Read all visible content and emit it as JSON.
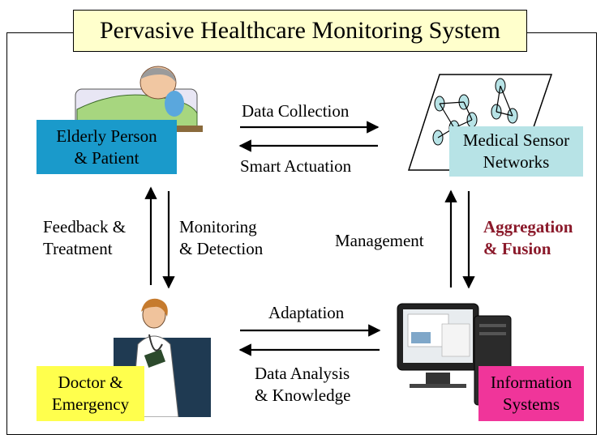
{
  "title": "Pervasive Healthcare Monitoring System",
  "nodes": {
    "patient": {
      "label": "Elderly Person\n& Patient",
      "color": "#1a9acb"
    },
    "sensors": {
      "label": "Medical Sensor\nNetworks",
      "color": "#b7e3e6"
    },
    "doctor": {
      "label": "Doctor &\nEmergency",
      "color": "#ffff4d"
    },
    "systems": {
      "label": "Information\nSystems",
      "color": "#f0359a"
    }
  },
  "edges": {
    "data_collection": "Data Collection",
    "smart_actuation": "Smart Actuation",
    "feedback_treatment": "Feedback &\nTreatment",
    "monitoring_detection": "Monitoring\n& Detection",
    "management": "Management",
    "aggregation_fusion": "Aggregation\n& Fusion",
    "adaptation": "Adaptation",
    "data_analysis": "Data Analysis\n& Knowledge"
  },
  "accent_color": "#8b1a2b"
}
